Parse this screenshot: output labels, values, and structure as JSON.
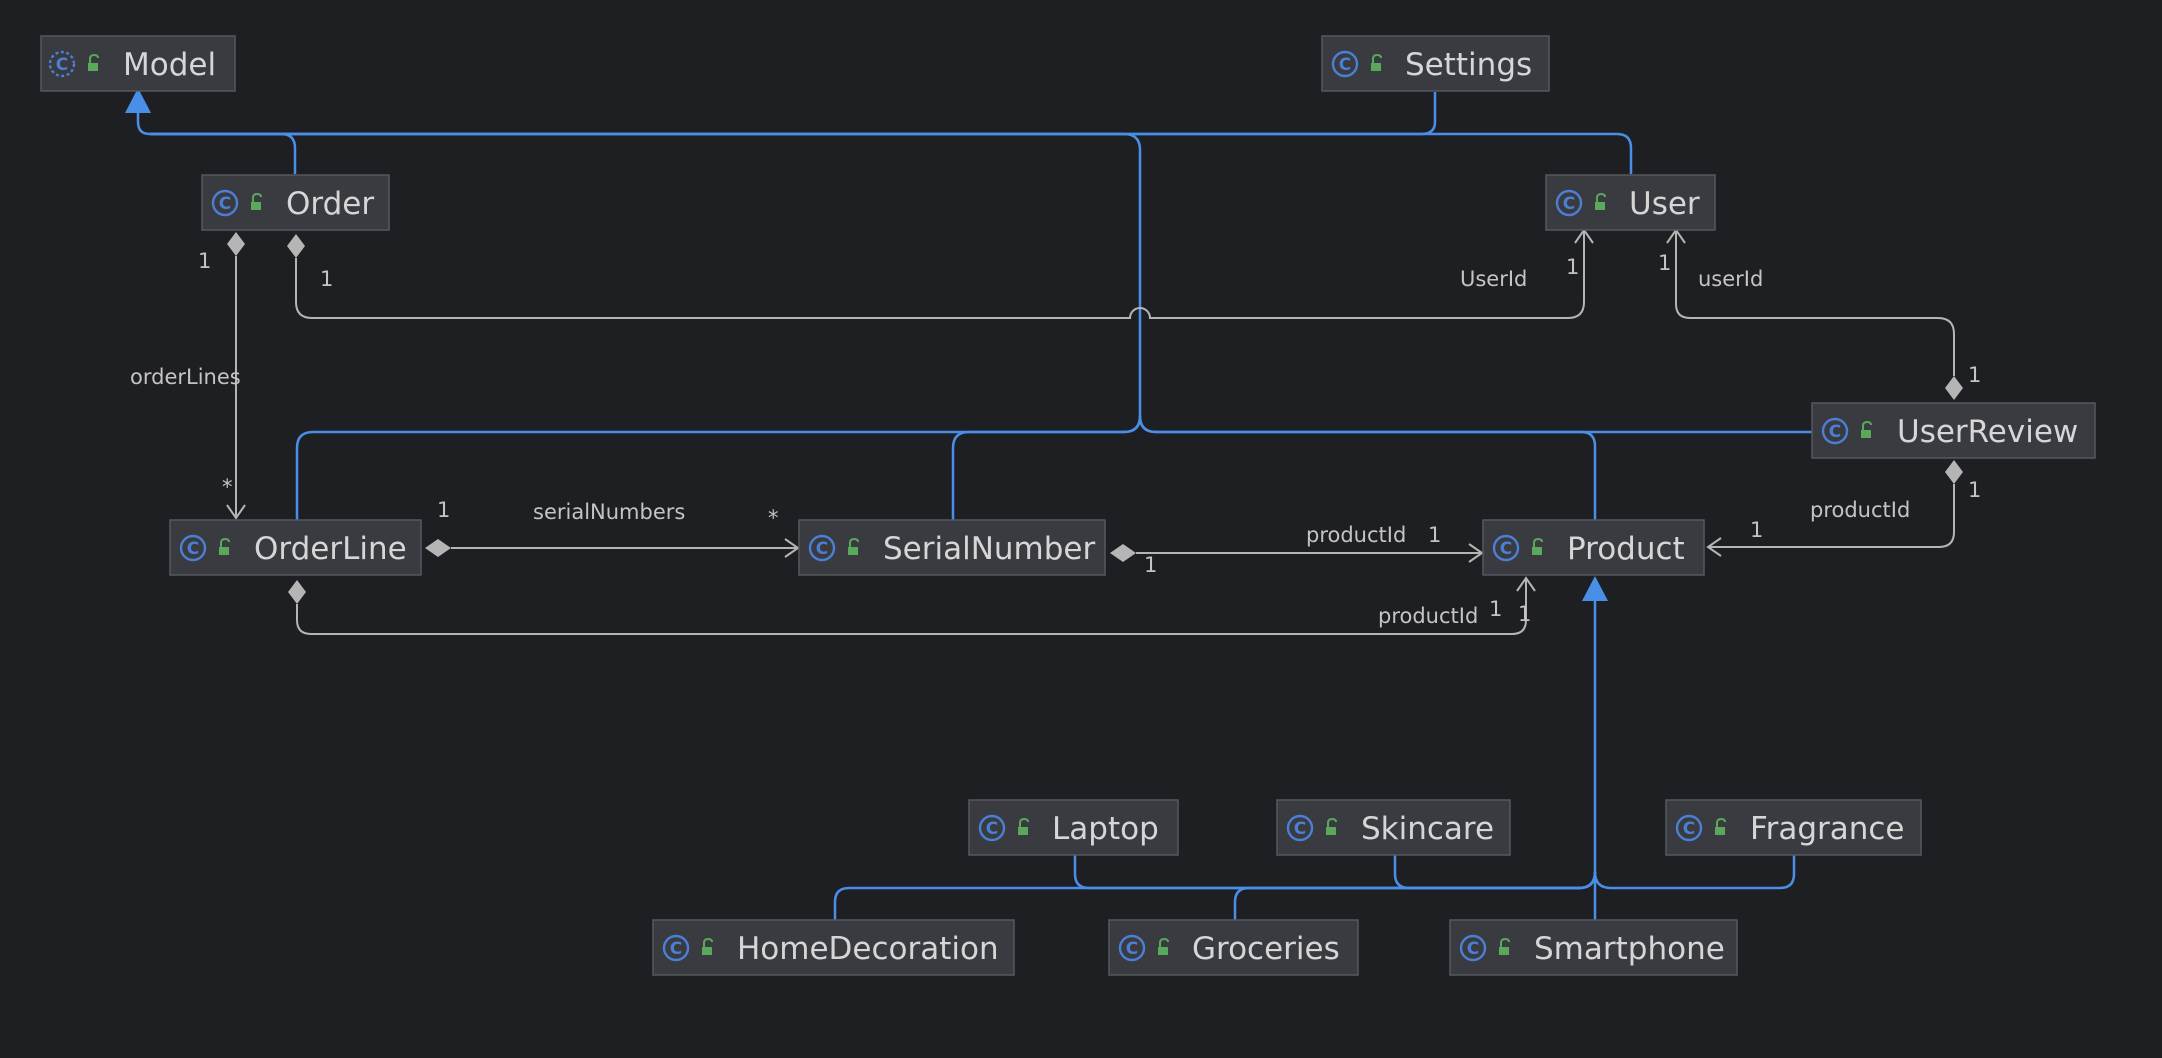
{
  "diagram": {
    "classes": [
      {
        "id": "model",
        "name": "Model",
        "abstract": true
      },
      {
        "id": "settings",
        "name": "Settings",
        "abstract": false
      },
      {
        "id": "order",
        "name": "Order",
        "abstract": false
      },
      {
        "id": "user",
        "name": "User",
        "abstract": false
      },
      {
        "id": "userreview",
        "name": "UserReview",
        "abstract": false
      },
      {
        "id": "orderline",
        "name": "OrderLine",
        "abstract": false
      },
      {
        "id": "serialnumber",
        "name": "SerialNumber",
        "abstract": false
      },
      {
        "id": "product",
        "name": "Product",
        "abstract": false
      },
      {
        "id": "laptop",
        "name": "Laptop",
        "abstract": false
      },
      {
        "id": "skincare",
        "name": "Skincare",
        "abstract": false
      },
      {
        "id": "fragrance",
        "name": "Fragrance",
        "abstract": false
      },
      {
        "id": "homedecoration",
        "name": "HomeDecoration",
        "abstract": false
      },
      {
        "id": "groceries",
        "name": "Groceries",
        "abstract": false
      },
      {
        "id": "smartphone",
        "name": "Smartphone",
        "abstract": false
      }
    ],
    "edge_labels": {
      "order_orderlines_name": "orderLines",
      "order_orderlines_src_mult": "1",
      "order_orderlines_dst_mult": "*",
      "order_user_src_mult": "1",
      "order_user_name": "UserId",
      "order_user_dst_mult": "1",
      "review_user_src_mult": "1",
      "review_user_name": "userId",
      "review_user_dst_mult": "1",
      "review_product_src_mult": "1",
      "review_product_name": "productId",
      "review_product_dst_mult": "1",
      "orderline_serial_src_mult": "1",
      "orderline_serial_name": "serialNumbers",
      "orderline_serial_dst_mult": "*",
      "serial_product_src_mult": "1",
      "serial_product_name": "productId",
      "serial_product_dst_mult": "1",
      "orderline_product_name": "productId",
      "orderline_product_src_mult": "1",
      "orderline_product_dst_mult": "1"
    },
    "colors": {
      "background": "#1e1f22",
      "node_fill": "#393b40",
      "inheritance_edge": "#4a8fe7",
      "association_edge": "#b5b5b5",
      "class_icon": "#4a7fd4",
      "visibility_icon": "#5aa85a"
    },
    "icons": [
      "class-icon",
      "abstract-class-icon",
      "public-visibility-icon"
    ]
  }
}
